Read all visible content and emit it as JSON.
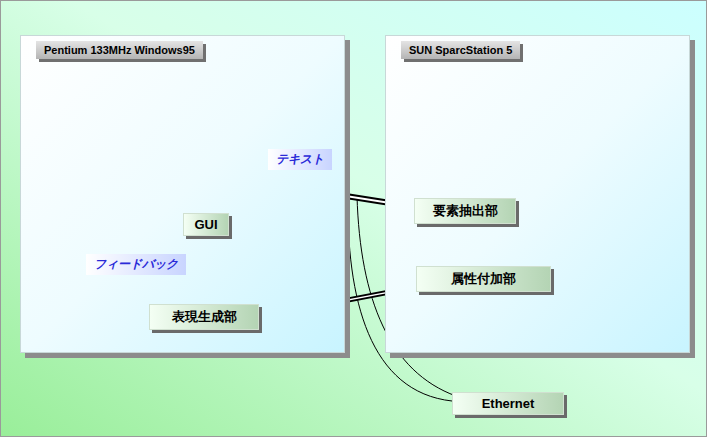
{
  "diagram": {
    "nodes": [
      {
        "text": [
          "Pentium 133MHz Windows95"
        ]
      },
      {
        "text": [
          "SUN SparcStation 5"
        ]
      },
      {
        "text": [
          "GUI"
        ],
        "in": 0
      },
      {
        "text": [
          "表現生成部"
        ],
        "in": 0
      },
      {
        "text": [
          "要素抽出部"
        ],
        "in": 1
      },
      {
        "text": [
          "属性付加部"
        ],
        "in": 1
      },
      {
        "text": [
          "Ethernet"
        ]
      }
    ],
    "edges": [
      {
        "from": 4,
        "to": 5,
        "arrow": "to"
      },
      {
        "from": 5,
        "to": 3,
        "arrow": "to"
      },
      {
        "from": 3,
        "to": 2,
        "arrow": "to"
      },
      {
        "from": 2,
        "to": 3,
        "arrow": "to",
        "label": "フィードバック"
      }
    ],
    "labels": [
      "テキスト"
    ]
  }
}
